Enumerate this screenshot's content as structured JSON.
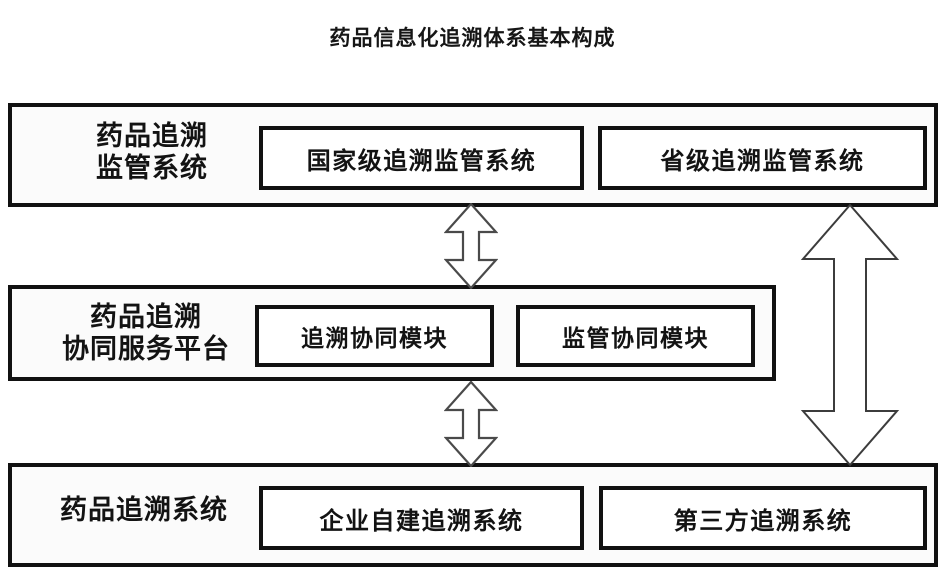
{
  "title": "药品信息化追溯体系基本构成",
  "background_color": "#ffffff",
  "line_color": "#111111",
  "rows": [
    {
      "id": "row-1",
      "label": "药品追溯\n监管系统",
      "nodes": [
        {
          "id": "node-national",
          "label": "国家级追溯监管系统"
        },
        {
          "id": "node-provincial",
          "label": "省级追溯监管系统"
        }
      ]
    },
    {
      "id": "row-2",
      "label": "药品追溯\n协同服务平台",
      "nodes": [
        {
          "id": "node-trace-collab",
          "label": "追溯协同模块"
        },
        {
          "id": "node-reg-collab",
          "label": "监管协同模块"
        }
      ]
    },
    {
      "id": "row-3",
      "label": "药品追溯系统",
      "nodes": [
        {
          "id": "node-enterprise",
          "label": "企业自建追溯系统"
        },
        {
          "id": "node-thirdparty",
          "label": "第三方追溯系统"
        }
      ]
    }
  ],
  "connectors": [
    {
      "id": "arrow-top",
      "icon": "double-headed-vertical-arrow-icon",
      "from": "row-1",
      "to": "row-2"
    },
    {
      "id": "arrow-bottom",
      "icon": "double-headed-vertical-arrow-icon",
      "from": "row-2",
      "to": "row-3"
    },
    {
      "id": "arrow-side",
      "icon": "double-headed-vertical-arrow-icon",
      "from": "row-1",
      "to": "row-3"
    }
  ],
  "watermark": {
    "text": ""
  }
}
